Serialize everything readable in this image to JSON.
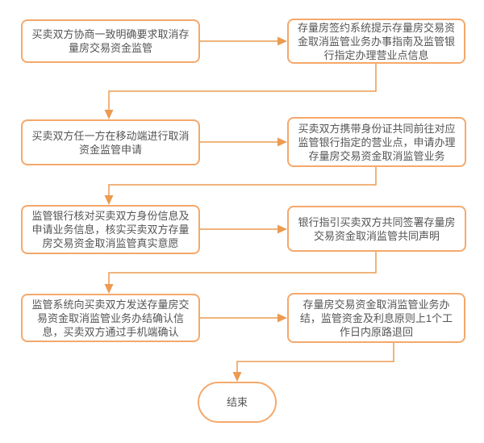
{
  "colors": {
    "node-border": "#f5a86b",
    "connector": "#ec9b51",
    "text": "#555555",
    "background": "#ffffff"
  },
  "flowchart": {
    "nodes": [
      {
        "label": "买卖双方协商一致明确要求取消存量房交易资金监管"
      },
      {
        "label": "存量房签约系统提示存量房交易资金取消监管业务办事指南及监管银行指定办理营业点信息"
      },
      {
        "label": "买卖双方任一方在移动端进行取消资金监管申请"
      },
      {
        "label": "买卖双方携带身份证共同前往对应监管银行指定的营业点，申请办理存量房交易资金取消监管业务"
      },
      {
        "label": "监管银行核对买卖双方身份信息及申请业务信息，核实买卖双方存量房交易资金取消监管真实意愿"
      },
      {
        "label": "银行指引买卖双方共同签署存量房交易资金取消监管共同声明"
      },
      {
        "label": "监管系统向买卖双方发送存量房交易资金取消监管业务办结确认信息，买卖双方通过手机端确认"
      },
      {
        "label": "存量房交易资金取消监管业务办结，监管资金及利息原则上1个工作日内原路退回"
      },
      {
        "label": "结束"
      }
    ]
  }
}
